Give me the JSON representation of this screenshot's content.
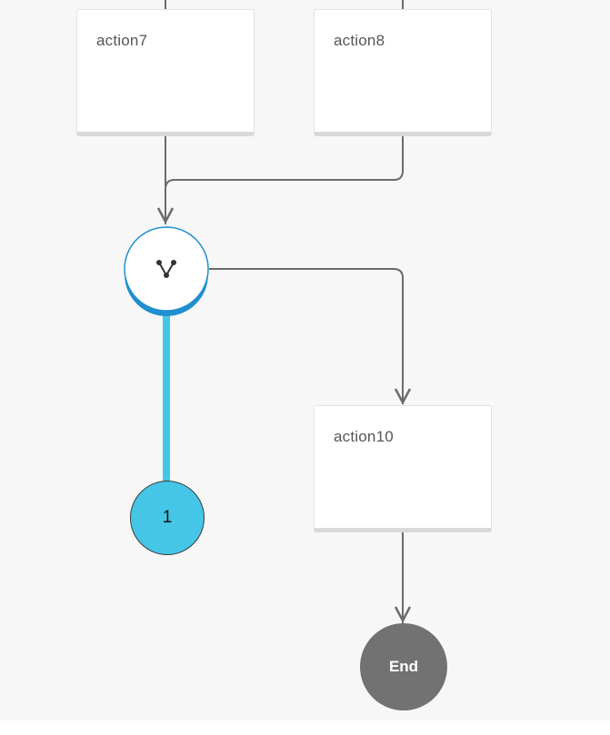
{
  "nodes": {
    "action7": {
      "label": "action7"
    },
    "action8": {
      "label": "action8"
    },
    "action10": {
      "label": "action10"
    },
    "branch": {
      "icon": "fork-icon"
    },
    "badge": {
      "label": "1"
    },
    "end": {
      "label": "End"
    }
  },
  "colors": {
    "canvas": "#f7f7f7",
    "connector": "#6b6b6b",
    "highlight": "#45c6e6",
    "branch_accent": "#1f8fd0",
    "end_fill": "#727272"
  }
}
